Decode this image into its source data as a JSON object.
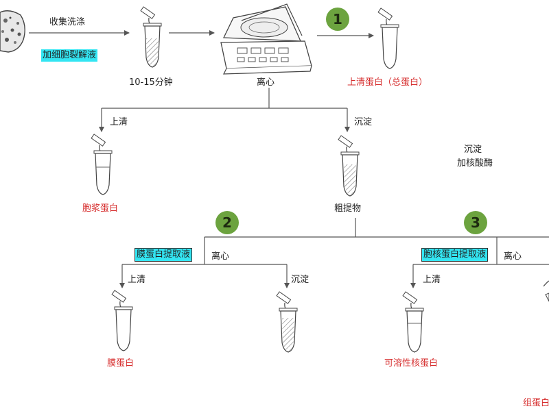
{
  "steps": {
    "collect_wash": "收集洗涤",
    "add_lysis_buffer": "加细胞裂解液",
    "time": "10-15分钟",
    "centrifuge_1": "离心",
    "supernatant_total": "上清蛋白（总蛋白）",
    "supernatant_1": "上清",
    "precipitate_1": "沉淀",
    "cytoplasm_protein": "胞浆蛋白",
    "crude_extract": "粗提物",
    "note_precipitate": "沉淀",
    "note_nuclease": "加核酸酶",
    "membrane_buffer": "膜蛋白提取液",
    "centrifuge_2": "离心",
    "supernatant_2": "上清",
    "precipitate_2": "沉淀",
    "membrane_protein": "膜蛋白",
    "nuclear_buffer": "胞核蛋白提取液",
    "centrifuge_3": "离心",
    "supernatant_3": "上清",
    "soluble_nuclear_protein": "可溶性核蛋白",
    "histone_partial": "组蛋白"
  },
  "badges": [
    "1",
    "2",
    "3"
  ],
  "colors": {
    "red_label": "#d62c2c",
    "highlight": "#33e5f2",
    "badge_green": "#6ca33f",
    "line": "#555555"
  }
}
